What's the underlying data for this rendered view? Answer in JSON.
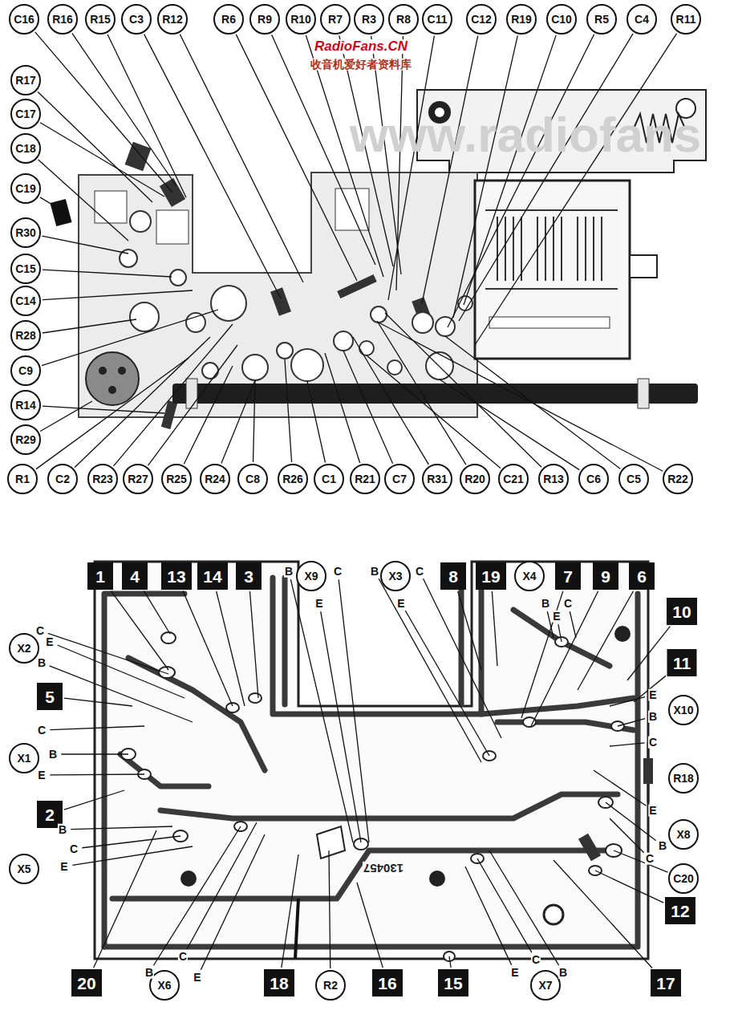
{
  "diagram": {
    "nodes": [
      {
        "text": [
          "C16"
        ]
      },
      {
        "text": [
          "R16"
        ]
      },
      {
        "text": [
          "R15"
        ]
      },
      {
        "text": [
          "C3"
        ]
      },
      {
        "text": [
          "R12"
        ]
      },
      {
        "text": [
          "R6"
        ]
      },
      {
        "text": [
          "R9"
        ]
      },
      {
        "text": [
          "R10"
        ]
      },
      {
        "text": [
          "R7"
        ]
      },
      {
        "text": [
          "R3"
        ]
      },
      {
        "text": [
          "R8"
        ]
      },
      {
        "text": [
          "C11"
        ]
      },
      {
        "text": [
          "C12"
        ]
      },
      {
        "text": [
          "R19"
        ]
      },
      {
        "text": [
          "C10"
        ]
      },
      {
        "text": [
          "R5"
        ]
      },
      {
        "text": [
          "C4"
        ]
      },
      {
        "text": [
          "R11"
        ]
      },
      {
        "text": [
          "R17"
        ]
      },
      {
        "text": [
          "C17"
        ]
      },
      {
        "text": [
          "C18"
        ]
      },
      {
        "text": [
          "C19"
        ]
      },
      {
        "text": [
          "R30"
        ]
      },
      {
        "text": [
          "C15"
        ]
      },
      {
        "text": [
          "C14"
        ]
      },
      {
        "text": [
          "R28"
        ]
      },
      {
        "text": [
          "C9"
        ]
      },
      {
        "text": [
          "R14"
        ]
      },
      {
        "text": [
          "R29"
        ]
      },
      {
        "text": [
          "R1"
        ]
      },
      {
        "text": [
          "C2"
        ]
      },
      {
        "text": [
          "R23"
        ]
      },
      {
        "text": [
          "R27"
        ]
      },
      {
        "text": [
          "R25"
        ]
      },
      {
        "text": [
          "R24"
        ]
      },
      {
        "text": [
          "C8"
        ]
      },
      {
        "text": [
          "R26"
        ]
      },
      {
        "text": [
          "C1"
        ]
      },
      {
        "text": [
          "R21"
        ]
      },
      {
        "text": [
          "C7"
        ]
      },
      {
        "text": [
          "R31"
        ]
      },
      {
        "text": [
          "R20"
        ]
      },
      {
        "text": [
          "C21"
        ]
      },
      {
        "text": [
          "R13"
        ]
      },
      {
        "text": [
          "C6"
        ]
      },
      {
        "text": [
          "C5"
        ]
      },
      {
        "text": [
          "R22"
        ]
      },
      {
        "text": [
          "1"
        ]
      },
      {
        "text": [
          "4"
        ]
      },
      {
        "text": [
          "13"
        ]
      },
      {
        "text": [
          "14"
        ]
      },
      {
        "text": [
          "3"
        ]
      },
      {
        "text": [
          "X9"
        ]
      },
      {
        "text": [
          "X3"
        ]
      },
      {
        "text": [
          "8"
        ]
      },
      {
        "text": [
          "19"
        ]
      },
      {
        "text": [
          "X4"
        ]
      },
      {
        "text": [
          "7"
        ]
      },
      {
        "text": [
          "9"
        ]
      },
      {
        "text": [
          "6"
        ]
      },
      {
        "text": [
          "10"
        ]
      },
      {
        "text": [
          "X2"
        ]
      },
      {
        "text": [
          "11"
        ]
      },
      {
        "text": [
          "5"
        ]
      },
      {
        "text": [
          "X10"
        ]
      },
      {
        "text": [
          "X1"
        ]
      },
      {
        "text": [
          "R18"
        ]
      },
      {
        "text": [
          "2"
        ]
      },
      {
        "text": [
          "X8"
        ]
      },
      {
        "text": [
          "X5"
        ]
      },
      {
        "text": [
          "C20"
        ]
      },
      {
        "text": [
          "12"
        ]
      },
      {
        "text": [
          "20"
        ]
      },
      {
        "text": [
          "X6"
        ]
      },
      {
        "text": [
          "18"
        ]
      },
      {
        "text": [
          "R2"
        ]
      },
      {
        "text": [
          "16"
        ]
      },
      {
        "text": [
          "15"
        ]
      },
      {
        "text": [
          "X7"
        ]
      },
      {
        "text": [
          "17"
        ]
      }
    ],
    "labels": [
      "RadioFans.CN",
      "收音机爱好者资料库",
      "www.radiofans",
      "C",
      "E",
      "B",
      "C",
      "B",
      "E",
      "B",
      "C",
      "E",
      "B",
      "E",
      "C",
      "B",
      "E",
      "C",
      "B",
      "E",
      "C",
      "E",
      "B",
      "C",
      "E",
      "B",
      "C",
      "B",
      "C",
      "E",
      "E",
      "C",
      "B",
      "130457"
    ]
  }
}
